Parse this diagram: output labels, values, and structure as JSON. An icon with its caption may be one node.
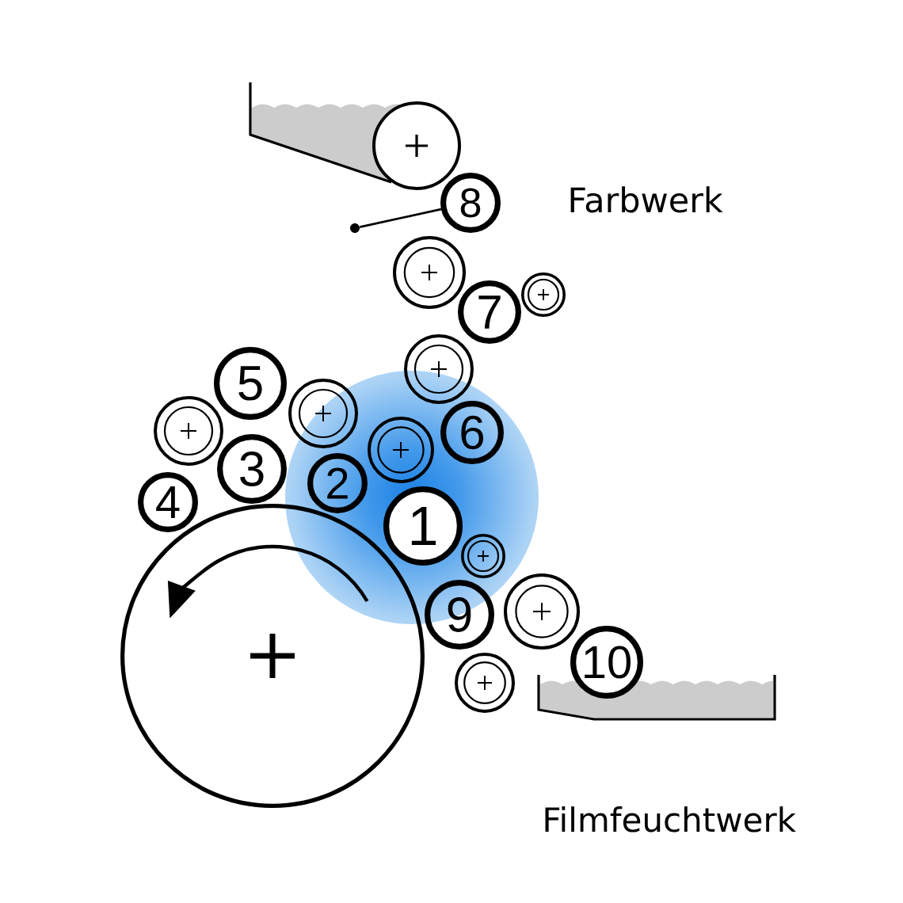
{
  "diagram": {
    "nodes": [
      {
        "text": [],
        "shape": "circle"
      },
      {
        "text": [
          "8"
        ]
      },
      {
        "text": [],
        "shape": "dot"
      },
      {
        "text": [],
        "shape": "circle"
      },
      {
        "text": [],
        "shape": "circle"
      },
      {
        "text": [
          "7"
        ]
      },
      {
        "text": [],
        "shape": "circle"
      },
      {
        "text": [
          "5"
        ]
      },
      {
        "text": [],
        "shape": "circle"
      },
      {
        "text": [
          "6"
        ]
      },
      {
        "text": [],
        "shape": "circle"
      },
      {
        "text": [],
        "shape": "circle"
      },
      {
        "text": [
          "3"
        ]
      },
      {
        "text": [
          "2"
        ]
      },
      {
        "text": [
          "4"
        ]
      },
      {
        "text": [
          "1"
        ]
      },
      {
        "text": [],
        "shape": "circle"
      },
      {
        "text": [],
        "shape": "circle"
      },
      {
        "text": [
          "9"
        ]
      },
      {
        "text": [],
        "shape": "circle"
      },
      {
        "text": [
          "10"
        ]
      },
      {
        "text": [],
        "shape": "circle"
      }
    ],
    "edges": [
      {
        "from": 2,
        "to": 1,
        "arrow": "none"
      }
    ],
    "labels": [
      "Farbwerk",
      "Filmfeuchtwerk"
    ]
  }
}
